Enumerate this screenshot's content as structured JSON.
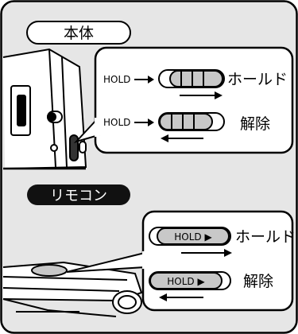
{
  "sections": {
    "body": {
      "title": "本体"
    },
    "remote": {
      "title": "リモコン"
    }
  },
  "body_panel": {
    "hold_label": "HOLD",
    "row_hold": {
      "state_label": "ホールド"
    },
    "row_release": {
      "state_label": "解除"
    }
  },
  "remote_panel": {
    "row_hold": {
      "switch_text": "HOLD ▶",
      "state_label": "ホールド"
    },
    "row_release": {
      "switch_text": "HOLD ▶",
      "state_label": "解除"
    }
  },
  "colors": {
    "background": "#e6e6e6",
    "panel": "#ffffff",
    "ink": "#000000",
    "knob": "#c8c8c8",
    "remote_badge": "#111111"
  }
}
